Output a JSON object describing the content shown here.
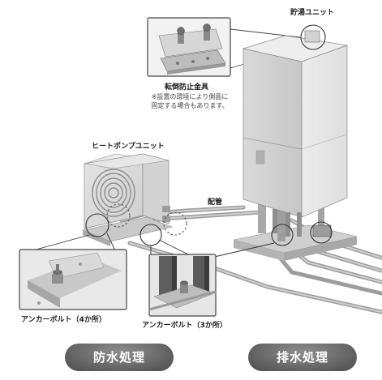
{
  "labels": {
    "storage_unit": "貯湯ユニット",
    "anti_tip_bracket": "転倒防止金具",
    "bracket_note_line1": "※設置の環境により側面に",
    "bracket_note_line2": "固定する場合もあります。",
    "heat_pump_unit": "ヒートポンプユニット",
    "piping": "配管",
    "anchor_bolt_4": "アンカーボルト（4か所）",
    "anchor_bolt_3": "アンカーボルト（3か所）"
  },
  "buttons": {
    "waterproofing": "防水処理",
    "drainage": "排水処理"
  }
}
